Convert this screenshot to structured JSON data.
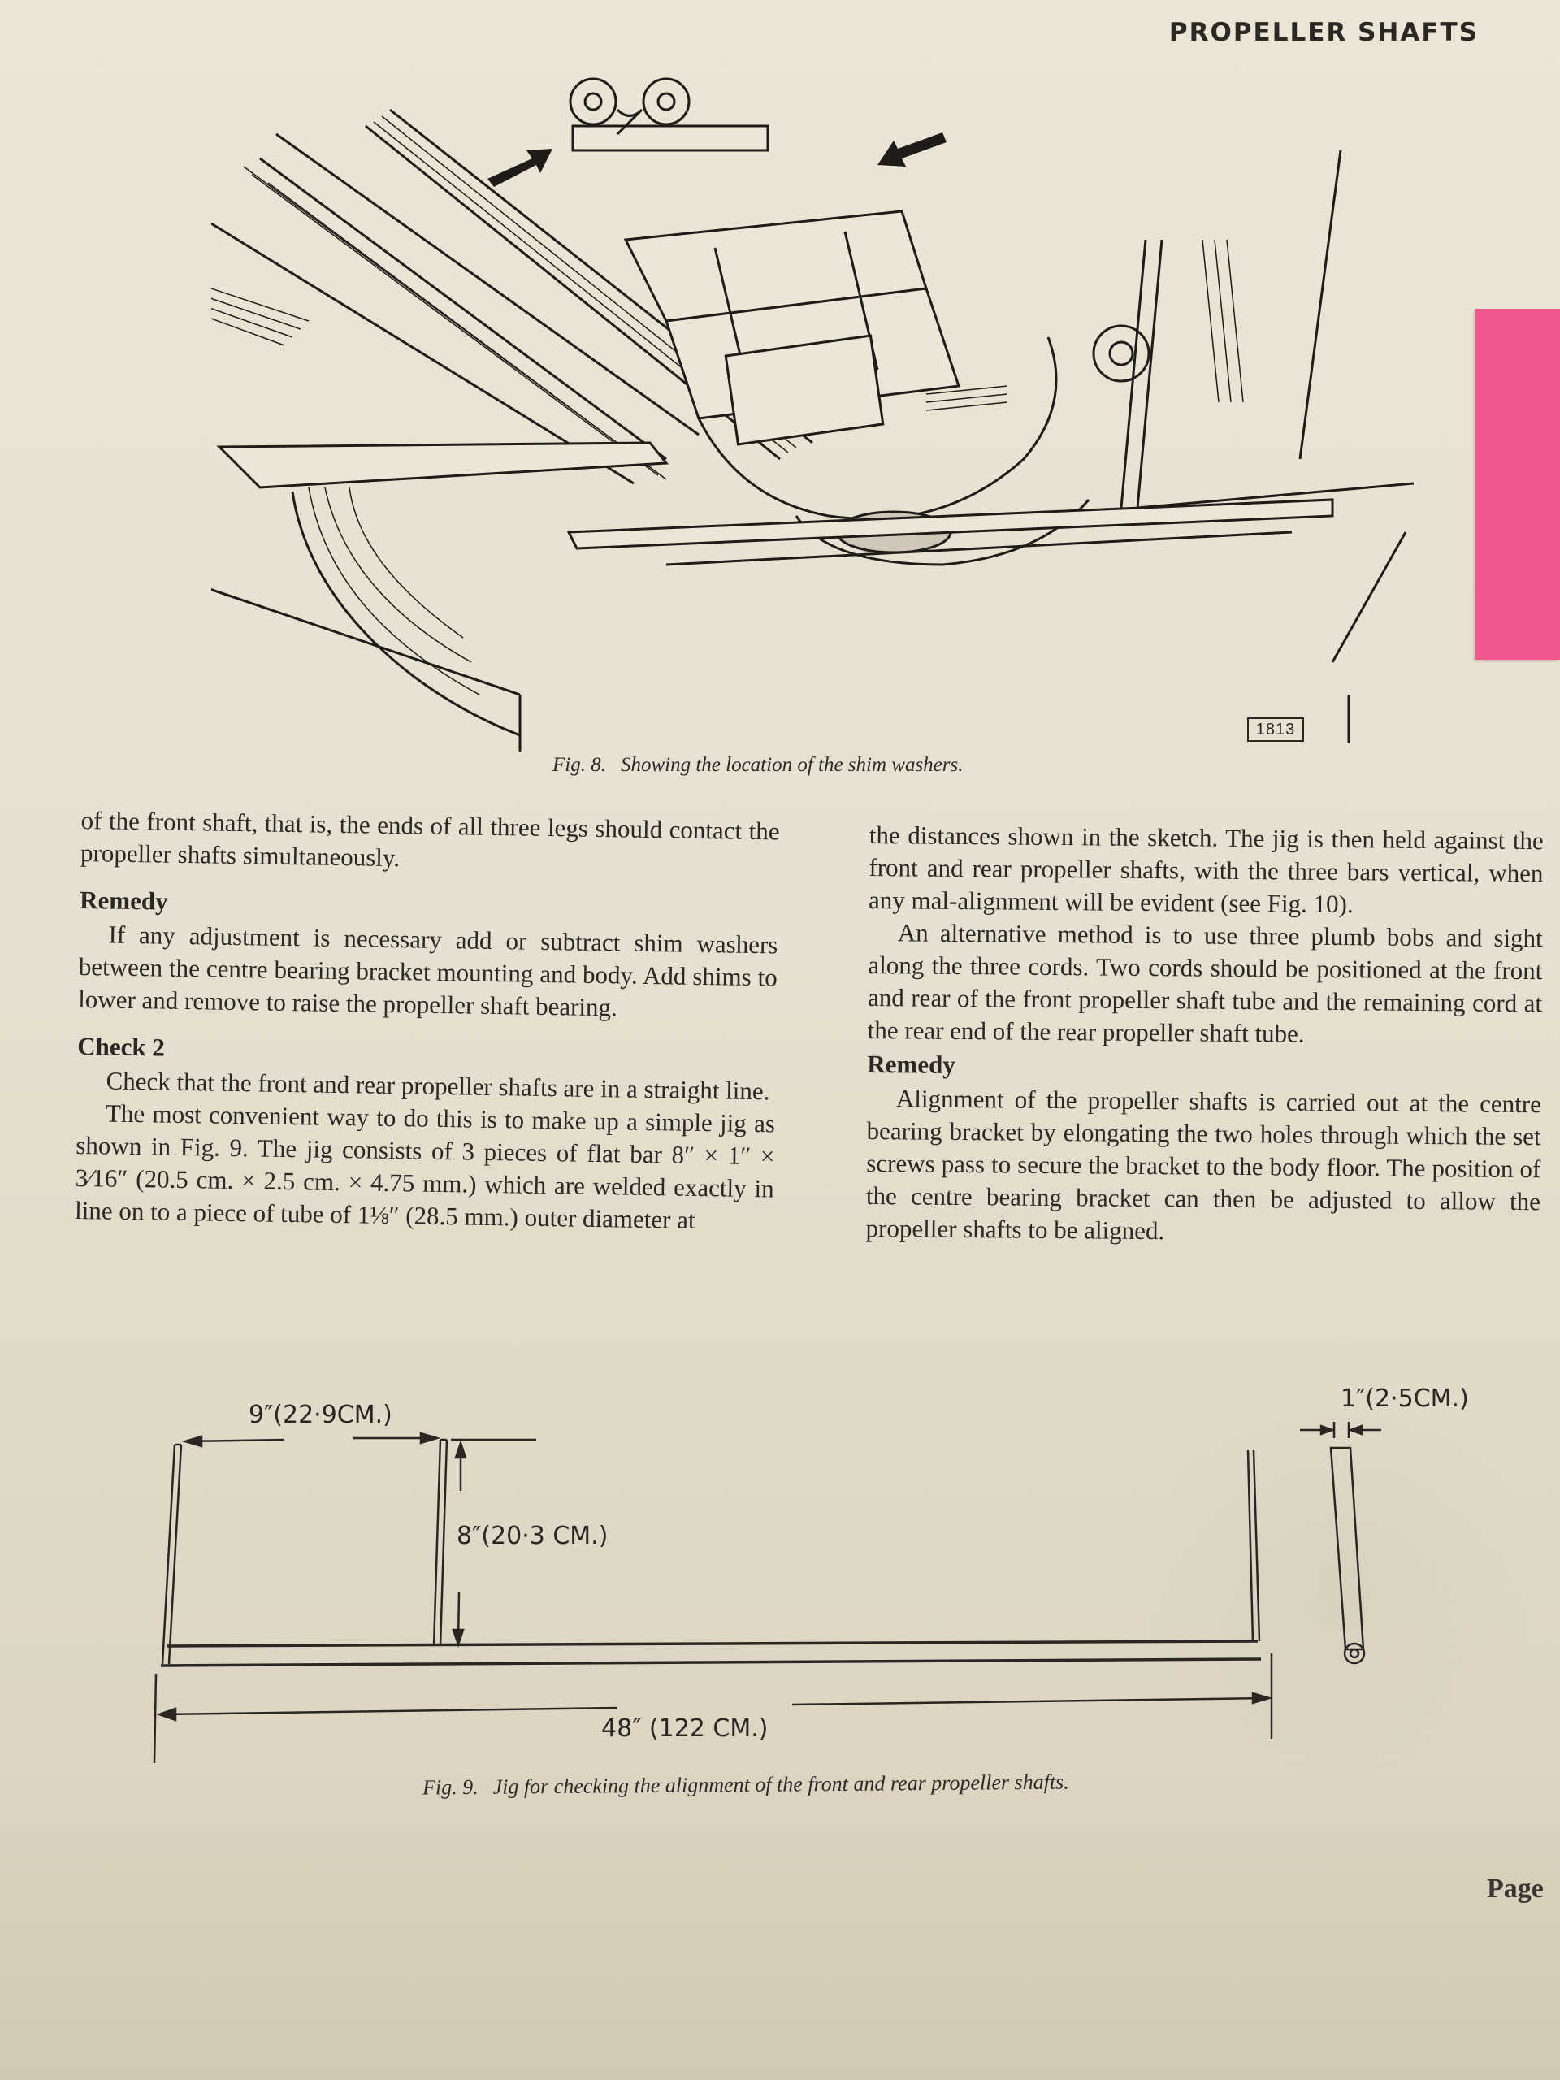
{
  "header": {
    "running_head": "PROPELLER SHAFTS"
  },
  "figure8": {
    "plate_number": "1813",
    "caption_number": "Fig. 8.",
    "caption_text": "Showing the location of the shim washers."
  },
  "left_column": {
    "para1": "of the front shaft, that is, the ends of all three legs should contact the propeller shafts simultaneously.",
    "remedy_heading": "Remedy",
    "remedy_text": "If any adjustment is necessary add or subtract shim washers between the centre bearing bracket mounting and body.  Add shims to lower and remove to raise the propeller shaft bearing.",
    "check2_heading": "Check 2",
    "check2_text": "Check that the front and rear propeller shafts are in a straight line.",
    "jig_text": "The most convenient way to do this is to make up a simple jig as shown in Fig. 9.   The jig consists of 3 pieces of flat bar 8″ × 1″ × 3⁄16″ (20.5 cm. × 2.5 cm. × 4.75 mm.) which are welded exactly in line on to a piece of tube of 1⅛″ (28.5 mm.) outer diameter at"
  },
  "right_column": {
    "para1": "the distances shown in the sketch.  The jig is then held against the front and rear propeller shafts, with the three bars vertical, when any mal-alignment will be evident (see Fig. 10).",
    "para2": "An alternative method is to use three plumb bobs and sight along the three cords.  Two cords should be positioned at the front and rear of the front propeller shaft tube and the remaining cord at the rear end of the rear propeller shaft tube.",
    "remedy_heading": "Remedy",
    "remedy_text": "Alignment of the propeller shafts is carried out at the centre bearing bracket by elongating the two holes through which the set screws pass to secure the bracket to the body floor.  The position of the centre bearing bracket can then be adjusted to allow the propeller shafts to be aligned."
  },
  "figure9": {
    "dim_spacing": "9″(22·9CM.)",
    "dim_height": "8″(20·3 CM.)",
    "dim_width": "1″(2·5CM.)",
    "dim_length": "48″ (122 CM.)",
    "caption_number": "Fig. 9.",
    "caption_text": "Jig for checking the alignment of the front and rear propeller shafts."
  },
  "footer": {
    "page_label": "Page"
  },
  "colors": {
    "paper": "#e8e2d3",
    "ink": "#2a2622",
    "tab_flag": "#f0578f"
  }
}
